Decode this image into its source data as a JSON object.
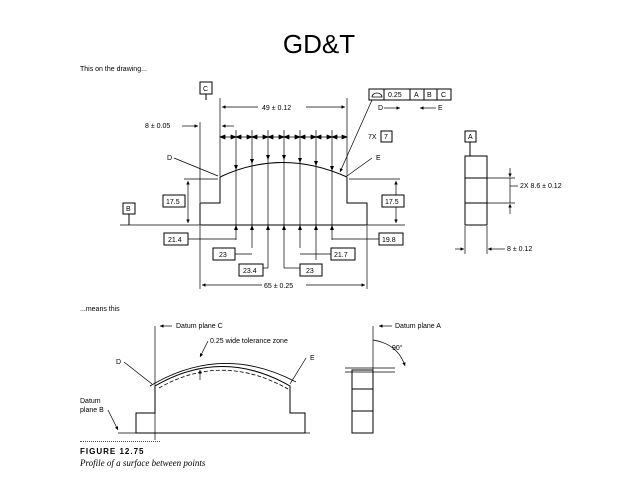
{
  "title": "GD&T",
  "top_caption": "This on the drawing...",
  "bottom_caption": "...means this",
  "figure": {
    "label": "FIGURE 12.75",
    "caption": "Profile of a surface between points"
  },
  "drawing": {
    "datum_c": "C",
    "datum_a": "A",
    "datum_b": "B",
    "dim_49": "49 ± 0.12",
    "dim_8": "8 ± 0.05",
    "dim_7x": "7X",
    "dim_7": "7",
    "fcf_tol": "0.25",
    "fcf_a": "A",
    "fcf_b": "B",
    "fcf_c": "C",
    "pt_d": "D",
    "pt_e": "E",
    "pt_d2": "D",
    "pt_e2": "E",
    "dim_175_left": "17.5",
    "dim_175_right": "17.5",
    "dim_214": "21.4",
    "dim_23a": "23",
    "dim_234": "23.4",
    "dim_23b": "23",
    "dim_217": "21.7",
    "dim_198": "19.8",
    "dim_65": "65 ± 0.25",
    "dim_2x": "2X 8.6 ± 0.12",
    "dim_8b": "8 ± 0.12"
  },
  "interpretation": {
    "datum_plane_c": "Datum plane C",
    "tol_zone": "0.25 wide tolerance zone",
    "pt_d": "D",
    "pt_e": "E",
    "datum_plane_b_1": "Datum",
    "datum_plane_b_2": "plane B",
    "datum_plane_a": "Datum plane A",
    "angle": "90°"
  }
}
